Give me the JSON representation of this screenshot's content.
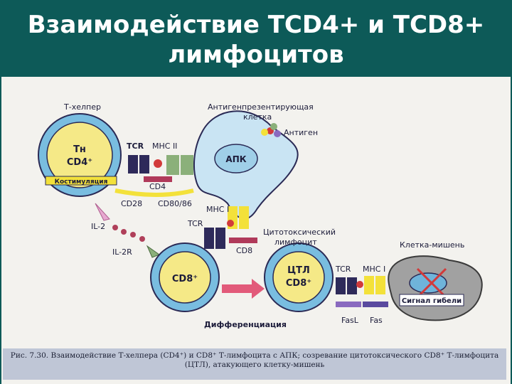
{
  "slide": {
    "title_line1": "Взаимодействие TCD4+ и TCD8+",
    "title_line2": "лимфоцитов"
  },
  "diagram": {
    "t_helper_label": "Т-хелпер",
    "th_cell_line1": "Тн",
    "th_cell_line2": "CD4⁺",
    "costimulation": "Костимуляция",
    "apc_label_line1": "Антигенпрезентирующая",
    "apc_label_line2": "клетка",
    "antigen": "Антиген",
    "apc_cell": "АПК",
    "tcr_top": "TCR",
    "mhc2": "MHC II",
    "cd4": "CD4",
    "cd28": "CD28",
    "cd80_86": "CD80/86",
    "il2": "IL-2",
    "il2r": "IL-2R",
    "tcr_mid": "TCR",
    "mhc1_mid": "MHC I",
    "cd8_mid": "CD8",
    "ctl_label_line1": "Цитотоксический",
    "ctl_label_line2": "лимфоцит",
    "target_label": "Клетка-мишень",
    "cd8_cell": "CD8⁺",
    "ctl_cell_line1": "ЦТЛ",
    "ctl_cell_line2": "CD8⁺",
    "tcr_right": "TCR",
    "mhc1_right": "MHC I",
    "death_signal": "Сигнал гибели",
    "fasl": "FasL",
    "fas": "Fas",
    "differentiation": "Дифференциация",
    "caption_line1": "Рис. 7.30. Взаимодействие Т-хелпера (CD4⁺) и CD8⁺ Т-лимфоцита с АПК; созревание цитотоксического CD8⁺ Т-лимфоцита",
    "caption_line2": "(ЦТЛ), атакующего клетку-мишень"
  },
  "colors": {
    "background": "#0d5a58",
    "cell_fill": "#f5e987",
    "cell_ring": "#79bde0",
    "navy": "#2e2a5a",
    "green": "#8bb07a",
    "yellow": "#f3e13a",
    "red": "#d23a3a",
    "purple": "#8a6abf"
  }
}
